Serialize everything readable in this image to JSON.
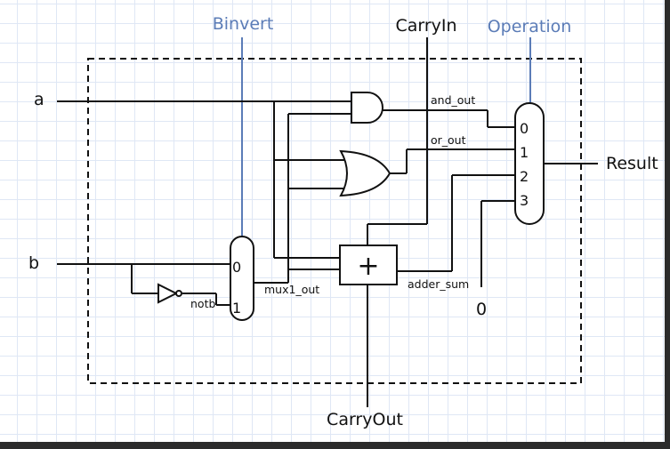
{
  "inputs": {
    "a": "a",
    "b": "b",
    "carry_in": "CarryIn"
  },
  "controls": {
    "binvert": "Binvert",
    "operation": "Operation"
  },
  "outputs": {
    "result": "Result",
    "carry_out": "CarryOut"
  },
  "signals": {
    "and_out": "and_out",
    "or_out": "or_out",
    "adder_sum": "adder_sum",
    "mux1_out": "mux1_out",
    "notb": "notb"
  },
  "mux1": {
    "ports": [
      "0",
      "1"
    ]
  },
  "mux2": {
    "ports": [
      "0",
      "1",
      "2",
      "3"
    ]
  },
  "constant_zero": "0",
  "adder_symbol": "+",
  "colors": {
    "control_label": "#5b7cb7",
    "wire": "#111111",
    "grid": "#dfe7f5"
  }
}
